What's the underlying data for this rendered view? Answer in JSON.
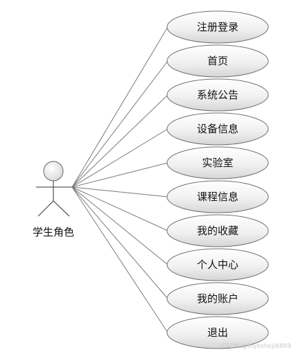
{
  "actor": {
    "label": "学生角色"
  },
  "use_cases": [
    {
      "label": "注册登录"
    },
    {
      "label": "首页"
    },
    {
      "label": "系统公告"
    },
    {
      "label": "设备信息"
    },
    {
      "label": "实验室"
    },
    {
      "label": "课程信息"
    },
    {
      "label": "我的收藏"
    },
    {
      "label": "个人中心"
    },
    {
      "label": "我的账户"
    },
    {
      "label": "退出"
    }
  ],
  "watermark": "CSDN @biyesheji6869",
  "colors": {
    "stroke": "#7a7a7a",
    "ellipse_fill_top": "#ffffff",
    "ellipse_fill_bottom": "#d9d9d9"
  }
}
